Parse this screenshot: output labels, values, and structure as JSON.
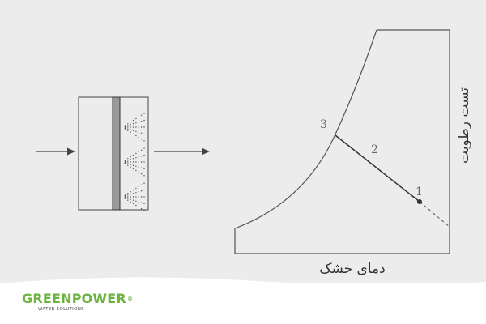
{
  "diagram": {
    "point_labels": {
      "p1": "1",
      "p2": "2",
      "p3": "3"
    },
    "xlabel": "دمای خشک",
    "ylabel": "تست رطوبت"
  },
  "brand": {
    "name": "GREENPOWER",
    "registered": "®",
    "tagline": "WATER SOLUTIONS"
  },
  "colors": {
    "background": "#ececec",
    "line": "#333333",
    "logo_green": "#6cb33f"
  }
}
